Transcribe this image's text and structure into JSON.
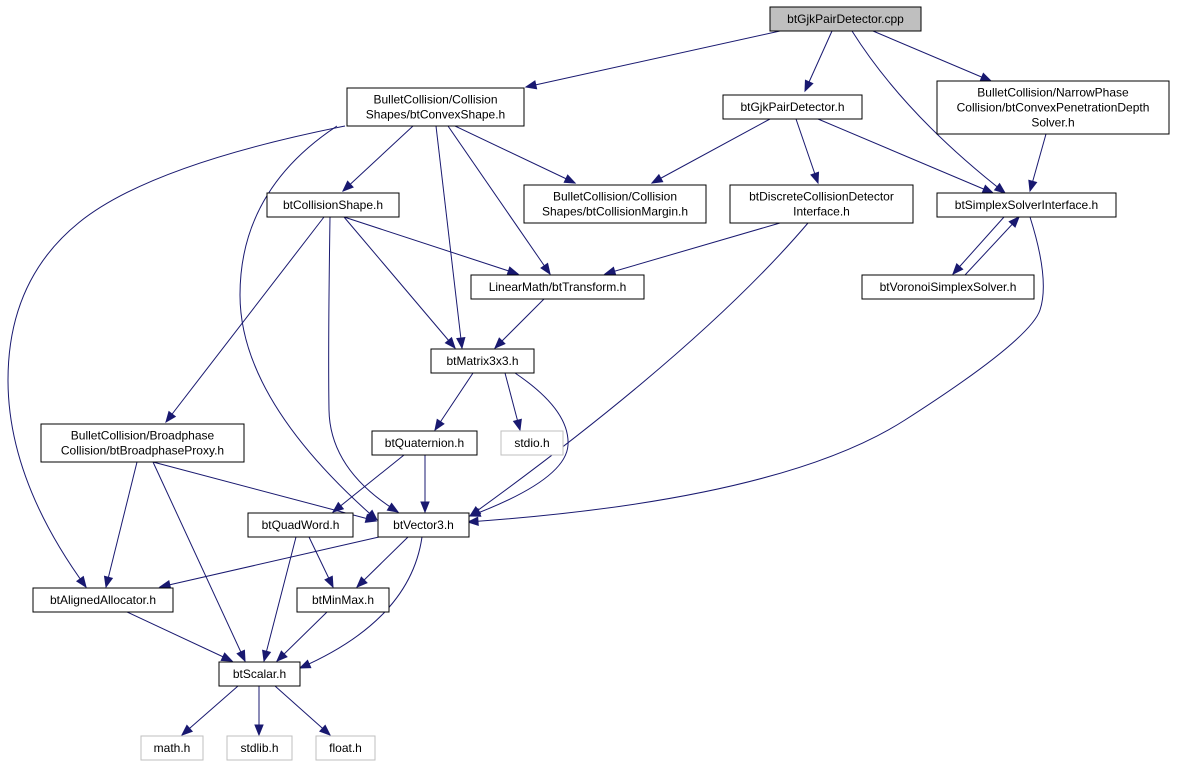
{
  "graph": {
    "type": "include-dependency-graph",
    "colors": {
      "edge": "#191970",
      "root_fill": "#bfbfbf",
      "node_border": "#000000",
      "external_border": "#bfbfbf"
    },
    "nodes": {
      "root": {
        "lines": [
          "btGjkPairDetector.cpp"
        ]
      },
      "convexShape": {
        "lines": [
          "BulletCollision/Collision",
          "Shapes/btConvexShape.h"
        ]
      },
      "gjkPairDetector": {
        "lines": [
          "btGjkPairDetector.h"
        ]
      },
      "penetrationSolver": {
        "lines": [
          "BulletCollision/NarrowPhase",
          "Collision/btConvexPenetrationDepth",
          "Solver.h"
        ]
      },
      "collisionShape": {
        "lines": [
          "btCollisionShape.h"
        ]
      },
      "collisionMargin": {
        "lines": [
          "BulletCollision/Collision",
          "Shapes/btCollisionMargin.h"
        ]
      },
      "discreteDetector": {
        "lines": [
          "btDiscreteCollisionDetector",
          "Interface.h"
        ]
      },
      "simplexSolver": {
        "lines": [
          "btSimplexSolverInterface.h"
        ]
      },
      "voronoi": {
        "lines": [
          "btVoronoiSimplexSolver.h"
        ]
      },
      "transform": {
        "lines": [
          "LinearMath/btTransform.h"
        ]
      },
      "matrix": {
        "lines": [
          "btMatrix3x3.h"
        ]
      },
      "broadphaseProxy": {
        "lines": [
          "BulletCollision/Broadphase",
          "Collision/btBroadphaseProxy.h"
        ]
      },
      "quaternion": {
        "lines": [
          "btQuaternion.h"
        ]
      },
      "stdio": {
        "lines": [
          "stdio.h"
        ]
      },
      "quadWord": {
        "lines": [
          "btQuadWord.h"
        ]
      },
      "vector3": {
        "lines": [
          "btVector3.h"
        ]
      },
      "alignedAllocator": {
        "lines": [
          "btAlignedAllocator.h"
        ]
      },
      "minMax": {
        "lines": [
          "btMinMax.h"
        ]
      },
      "scalar": {
        "lines": [
          "btScalar.h"
        ]
      },
      "math": {
        "lines": [
          "math.h"
        ]
      },
      "stdlib": {
        "lines": [
          "stdlib.h"
        ]
      },
      "float": {
        "lines": [
          "float.h"
        ]
      }
    }
  }
}
